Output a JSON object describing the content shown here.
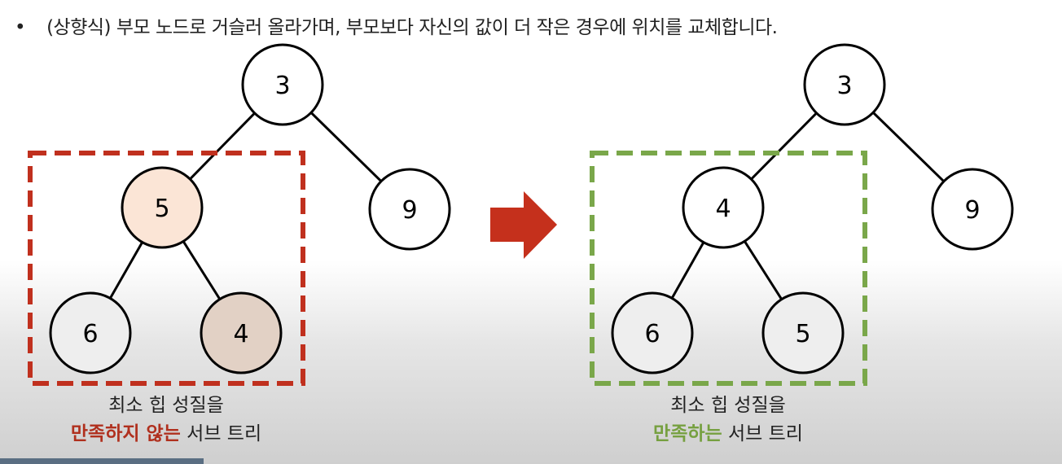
{
  "bullet": {
    "marker": "•",
    "text": "(상향식) 부모 노드로 거슬러 올라가며, 부모보다 자신의 값이 더 작은 경우에 위치를 교체합니다."
  },
  "left_tree": {
    "root": "3",
    "left": "5",
    "right": "9",
    "left_left": "6",
    "left_right": "4"
  },
  "right_tree": {
    "root": "3",
    "left": "4",
    "right": "9",
    "left_left": "6",
    "left_right": "5"
  },
  "left_caption": {
    "line1": "최소 힙 성질을",
    "highlight": "만족하지 않는",
    "rest": " 서브 트리"
  },
  "right_caption": {
    "line1": "최소 힙 성질을",
    "highlight": "만족하는",
    "rest": " 서브 트리"
  },
  "colors": {
    "red": "#c0301e",
    "green": "#7aa74a",
    "highlight_node": "#fbe5d6"
  }
}
